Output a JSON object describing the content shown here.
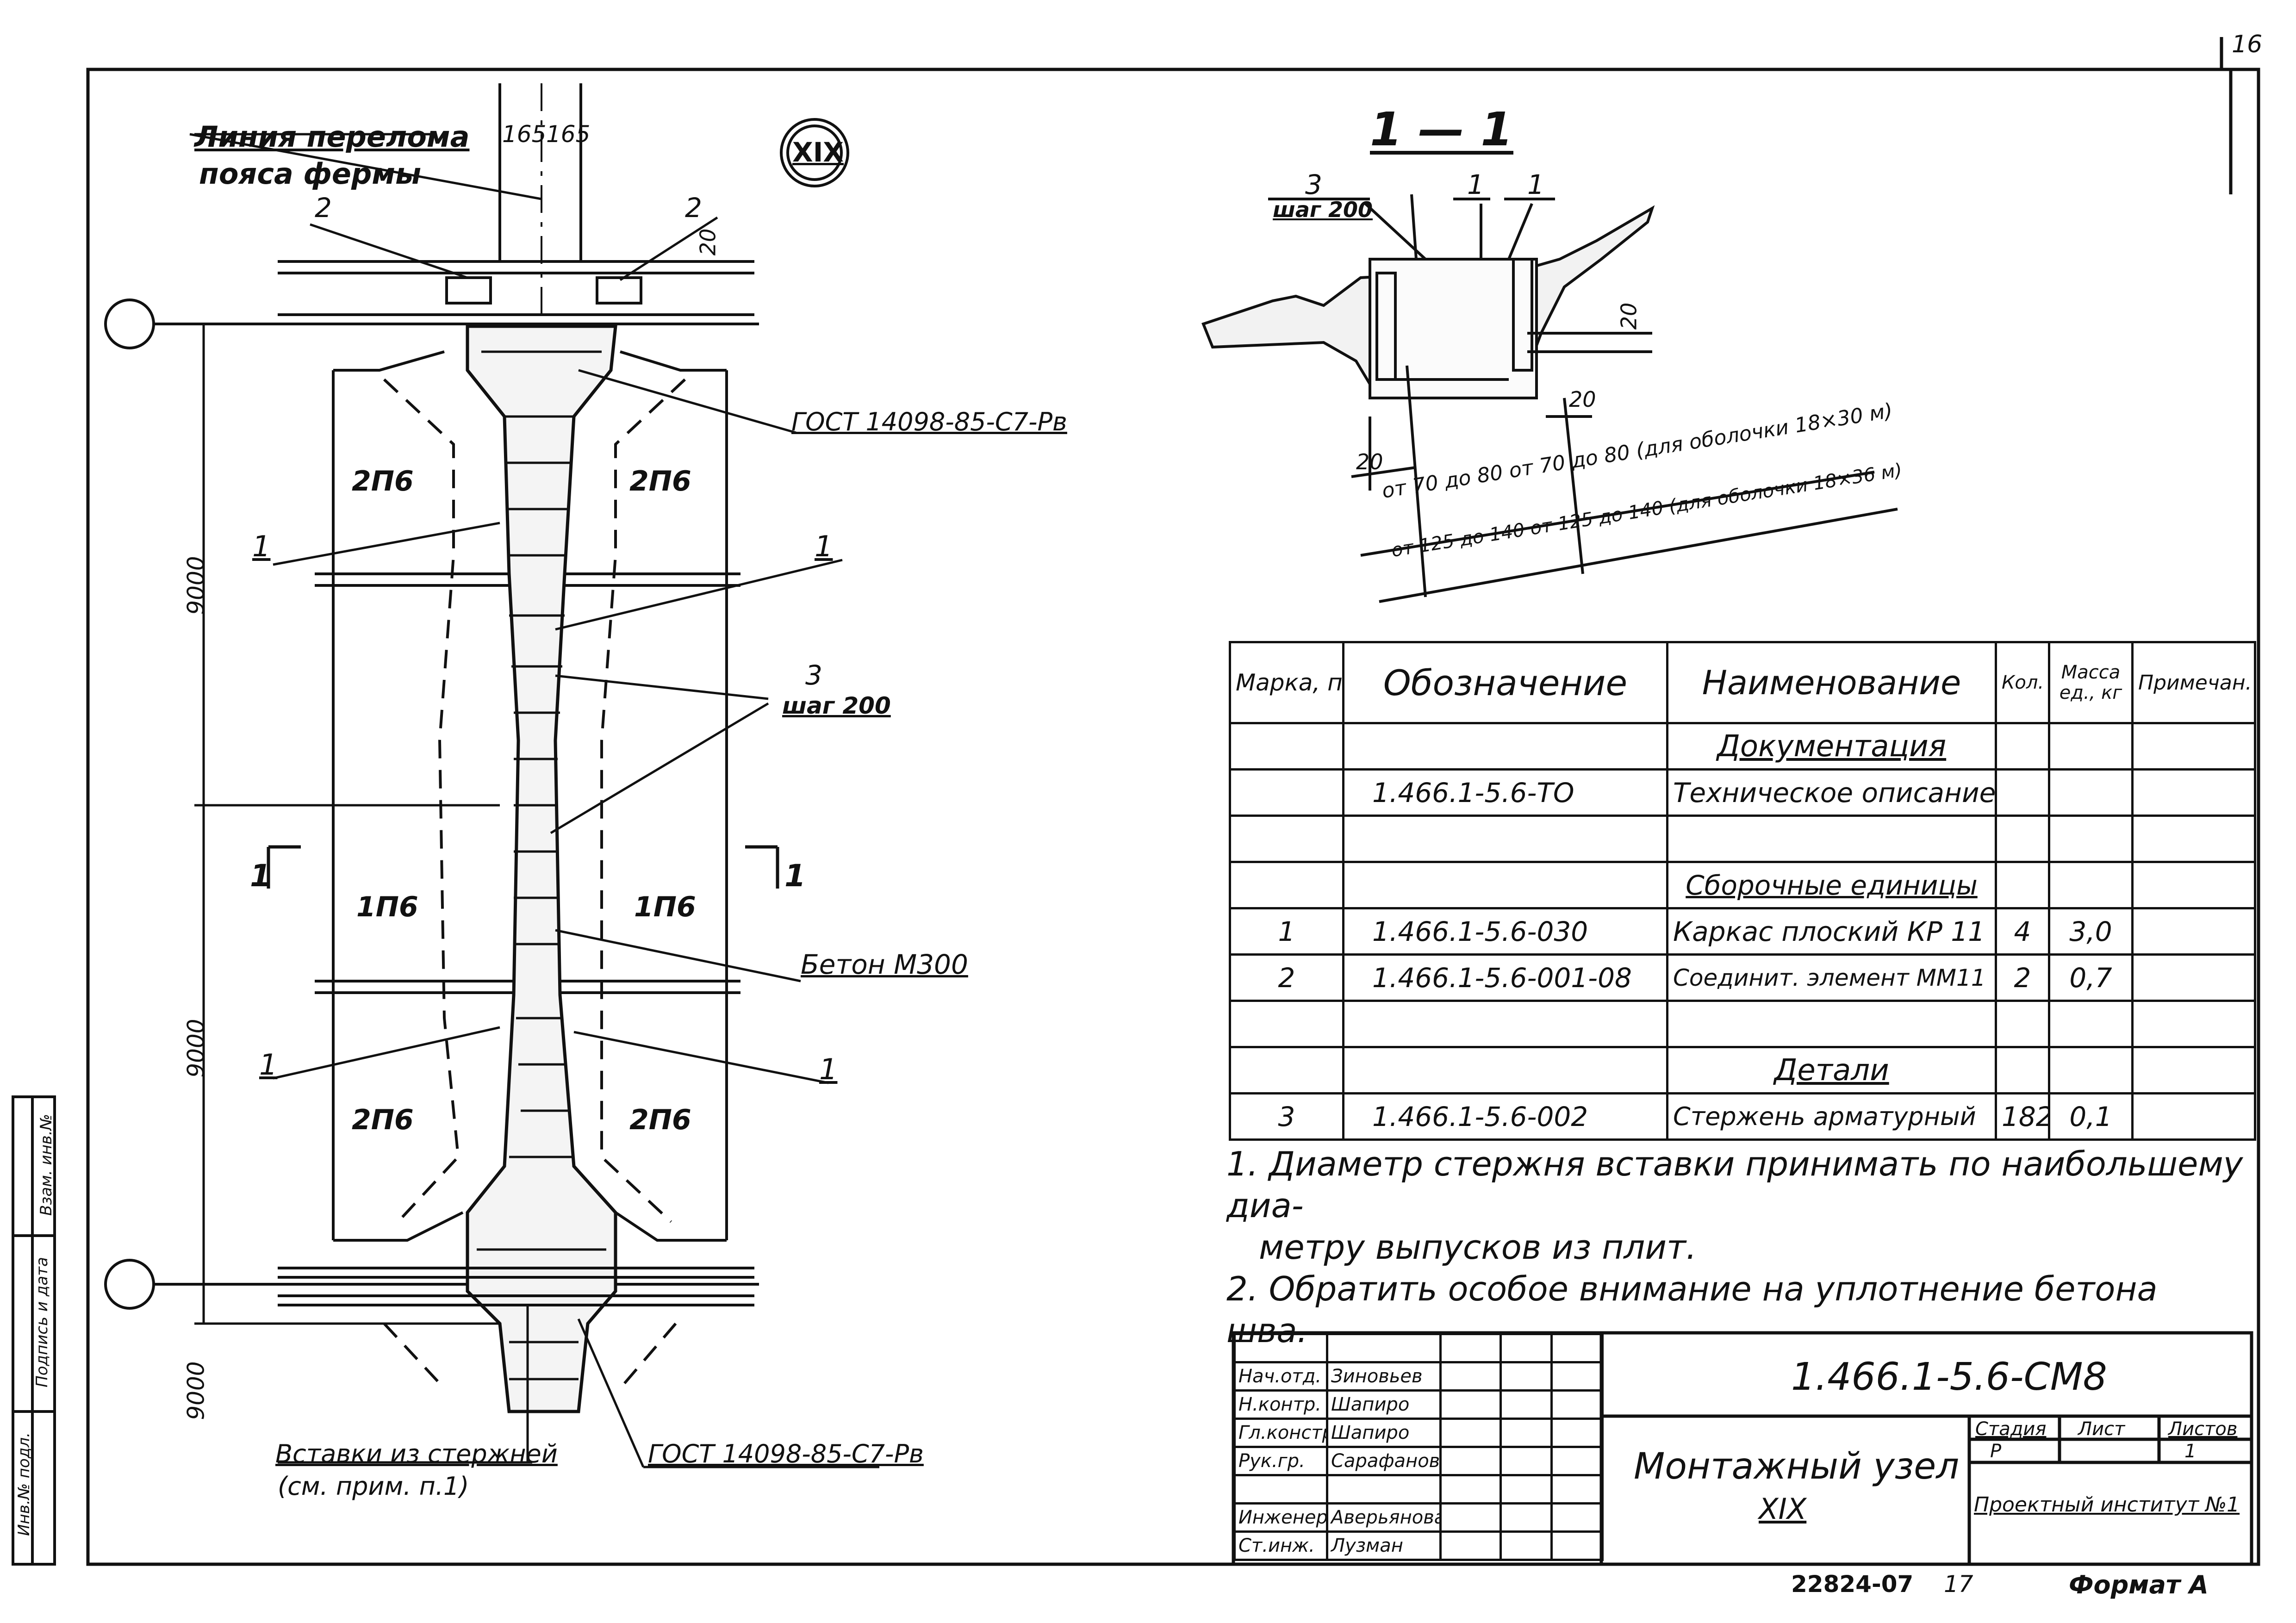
{
  "page": {
    "number": "16"
  },
  "node": {
    "mark": "XIX"
  },
  "drawing": {
    "break_line_label": "Линия перелома",
    "break_line_label2": "пояса фермы",
    "dim_top_1": "165",
    "dim_top_2": "165",
    "dim_20_top": "20",
    "label_2_left": "2",
    "label_2_right": "2",
    "gost_top": "ГОСТ 14098-85-С7-Рв",
    "gost_bottom": "ГОСТ 14098-85-С7-Рв",
    "panel_2p6": "2П6",
    "panel_1p6": "1П6",
    "pos_1": "1",
    "pos_3": "3",
    "step_200": "шаг 200",
    "concrete": "Бетон М300",
    "section_mark": "1",
    "dim_9000": "9000",
    "inserts_label": "Вставки из стержней",
    "inserts_ref": "(см. прим. п.1)"
  },
  "section": {
    "title": "1 — 1",
    "pos_3": "3",
    "step_200": "шаг 200",
    "pos_1a": "1",
    "pos_1b": "1",
    "dim_20_a": "20",
    "dim_20_b": "20",
    "dim_20_c": "20",
    "range_30": "от 70 до 80 от 70 до 80 (для оболочки 18×30 м)",
    "range_36": "от 125 до 140 от 125 до 140 (для оболочки 18×36 м)"
  },
  "spec_table": {
    "headers": [
      "Марка, поз.",
      "Обозначение",
      "Наименование",
      "Кол.",
      "Масса ед., кг",
      "Примечан."
    ],
    "rows": [
      {
        "pos": "",
        "designation": "",
        "name": "Документация",
        "qty": "",
        "mass": "",
        "note": "",
        "section": true
      },
      {
        "pos": "",
        "designation": "1.466.1-5.6-ТО",
        "name": "Техническое описание",
        "qty": "",
        "mass": "",
        "note": ""
      },
      {
        "pos": "",
        "designation": "",
        "name": "",
        "qty": "",
        "mass": "",
        "note": ""
      },
      {
        "pos": "",
        "designation": "",
        "name": "Сборочные единицы",
        "qty": "",
        "mass": "",
        "note": "",
        "section": true
      },
      {
        "pos": "1",
        "designation": "1.466.1-5.6-030",
        "name": "Каркас плоский КР 11",
        "qty": "4",
        "mass": "3,0",
        "note": ""
      },
      {
        "pos": "2",
        "designation": "1.466.1-5.6-001-08",
        "name": "Соединит. элемент ММ11",
        "qty": "2",
        "mass": "0,7",
        "note": ""
      },
      {
        "pos": "",
        "designation": "",
        "name": "",
        "qty": "",
        "mass": "",
        "note": ""
      },
      {
        "pos": "",
        "designation": "",
        "name": "Детали",
        "qty": "",
        "mass": "",
        "note": "",
        "section": true
      },
      {
        "pos": "3",
        "designation": "1.466.1-5.6-002",
        "name": "Стержень арматурный",
        "qty": "182",
        "mass": "0,1",
        "note": ""
      }
    ]
  },
  "notes": [
    "1. Диаметр стержня вставки принимать по наибольшему диа-",
    "метру выпусков из плит.",
    "2. Обратить особое внимание на уплотнение бетона шва."
  ],
  "title_block": {
    "doc_code": "1.466.1-5.6-СМ8",
    "title": "Монтажный узел",
    "title_mark": "XIX",
    "stage_label": "Стадия",
    "sheet_label": "Лист",
    "sheets_label": "Листов",
    "stage": "Р",
    "sheets": "1",
    "org": "Проектный институт №1",
    "roles": [
      {
        "role": "Нач.отд.",
        "name": "Зиновьев"
      },
      {
        "role": "Н.контр.",
        "name": "Шапиро"
      },
      {
        "role": "Гл.констр.",
        "name": "Шапиро"
      },
      {
        "role": "Рук.гр.",
        "name": "Сарафанова"
      },
      {
        "role": "",
        "name": ""
      },
      {
        "role": "Инженер",
        "name": "Аверьянова"
      },
      {
        "role": "Ст.инж.",
        "name": "Лузман"
      }
    ]
  },
  "side_stamp": {
    "col1": "Инв.№ подл.",
    "col2": "Подпись и дата",
    "col3": "Взам. инв.№"
  },
  "footer": {
    "inventory": "22824-07",
    "sheet_no": "17",
    "format": "Формат А"
  }
}
